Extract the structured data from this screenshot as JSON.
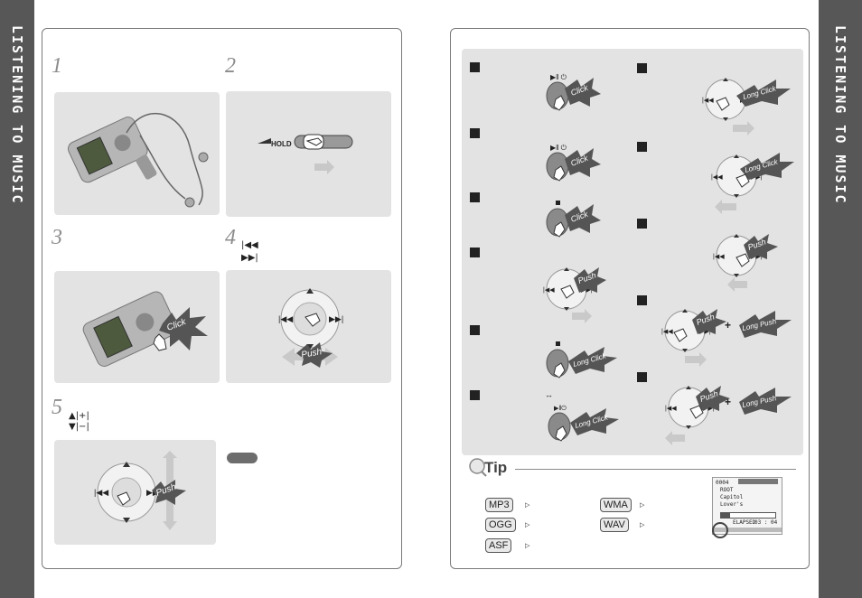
{
  "sidebar": {
    "left_title": "LISTENING TO MUSIC",
    "right_title": "LISTENING TO MUSIC"
  },
  "left_page": {
    "steps": [
      {
        "number": "1"
      },
      {
        "number": "2",
        "hold_label": "HOLD"
      },
      {
        "number": "3",
        "click_label": "Click"
      },
      {
        "number": "4",
        "line1": "|◀◀",
        "line2": "▶▶|",
        "push_label": "Push"
      },
      {
        "number": "5",
        "line1": "▲|+|",
        "line2": "▼|−|",
        "push_label": "Push"
      }
    ]
  },
  "right_page": {
    "items": [
      {
        "column": "left",
        "button_label": "Click",
        "icon": "play-pause-power-icon"
      },
      {
        "column": "left",
        "button_label": "Click",
        "icon": "play-pause-power-icon"
      },
      {
        "column": "left",
        "button_label": "Click",
        "icon": "stop-icon"
      },
      {
        "column": "left",
        "button_label": "Push"
      },
      {
        "column": "left",
        "button_label": "Long Click",
        "icon": "stop-icon"
      },
      {
        "column": "left",
        "button_label": "Long Click",
        "icon": "play-pause-power-icon",
        "extra": "↔"
      },
      {
        "column": "right",
        "button_label": "Long Click"
      },
      {
        "column": "right",
        "button_label": "Long Click"
      },
      {
        "column": "right",
        "button_label": "Push"
      },
      {
        "column": "right",
        "button_label": "Push",
        "plus": "+",
        "second_label": "Long Push"
      },
      {
        "column": "right",
        "button_label": "Push",
        "plus": "+",
        "second_label": "Long Push"
      }
    ],
    "tip": {
      "title": "Tip",
      "formats": [
        "MP3",
        "OGG",
        "ASF",
        "WMA",
        "WAV"
      ],
      "lcd": {
        "track": "0004",
        "folder": "ROOT",
        "artist": "Capitol",
        "song": "Lover's",
        "elapsed_label": "ELAPSED",
        "time": "03 : 04"
      }
    }
  }
}
